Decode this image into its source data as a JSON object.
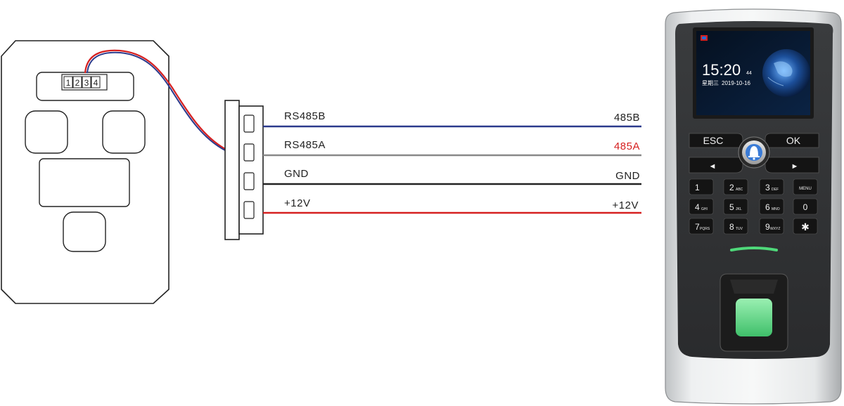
{
  "reader": {
    "pins": [
      "1",
      "2",
      "3",
      "4"
    ]
  },
  "wires": [
    {
      "left_label": "RS485B",
      "right_label": "485B",
      "color": "#2b3a8c",
      "right_label_color": "#222222"
    },
    {
      "left_label": "RS485A",
      "right_label": "485A",
      "color": "#888888",
      "right_label_color": "#d62020"
    },
    {
      "left_label": "GND",
      "right_label": "GND",
      "color": "#222222",
      "right_label_color": "#222222"
    },
    {
      "left_label": "+12V",
      "right_label": "+12V",
      "color": "#d62020",
      "right_label_color": "#222222"
    }
  ],
  "terminal": {
    "time": "15:20",
    "seconds": "44",
    "weekday": "星期三",
    "date": "2019-10-16",
    "esc_label": "ESC",
    "ok_label": "OK",
    "left_arrow": "◄",
    "right_arrow": "►",
    "bell_icon": "bell-icon",
    "keys": [
      {
        "main": "1",
        "sub": ""
      },
      {
        "main": "2",
        "sub": "ABC"
      },
      {
        "main": "3",
        "sub": "DEF"
      },
      {
        "main": "",
        "sub": "MENU"
      },
      {
        "main": "4",
        "sub": "GHI"
      },
      {
        "main": "5",
        "sub": "JKL"
      },
      {
        "main": "6",
        "sub": "MNO"
      },
      {
        "main": "0",
        "sub": ""
      },
      {
        "main": "7",
        "sub": "PQRS"
      },
      {
        "main": "8",
        "sub": "TUV"
      },
      {
        "main": "9",
        "sub": "WXYZ"
      },
      {
        "main": "✱",
        "sub": ""
      }
    ]
  },
  "colors": {
    "rs485b_wire": "#2b3a8c",
    "rs485a_wire": "#888888",
    "gnd_wire": "#222222",
    "power_wire": "#d62020",
    "sensor_green": "#5fe08a"
  }
}
